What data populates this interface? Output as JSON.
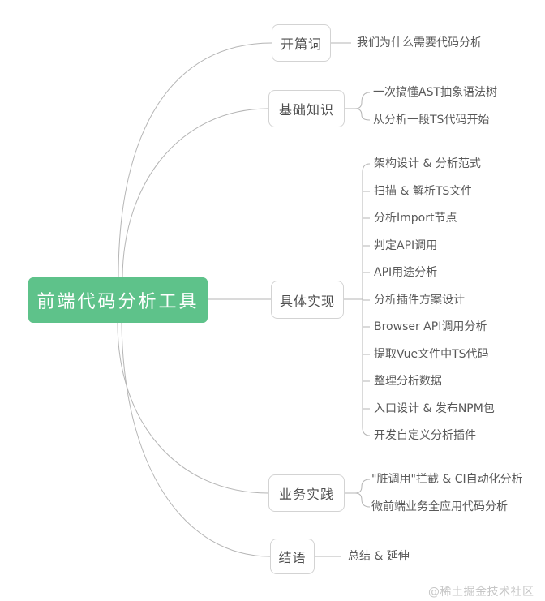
{
  "root": {
    "label": "前端代码分析工具"
  },
  "branches": [
    {
      "label": "开篇词",
      "leaves": [
        "我们为什么需要代码分析"
      ]
    },
    {
      "label": "基础知识",
      "leaves": [
        "一次搞懂AST抽象语法树",
        "从分析一段TS代码开始"
      ]
    },
    {
      "label": "具体实现",
      "leaves": [
        "架构设计 & 分析范式",
        "扫描 & 解析TS文件",
        "分析Import节点",
        "判定API调用",
        "API用途分析",
        "分析插件方案设计",
        "Browser API调用分析",
        "提取Vue文件中TS代码",
        "整理分析数据",
        "入口设计 & 发布NPM包",
        "开发自定义分析插件"
      ]
    },
    {
      "label": "业务实践",
      "leaves": [
        "\"脏调用\"拦截 & CI自动化分析",
        "微前端业务全应用代码分析"
      ]
    },
    {
      "label": "结语",
      "leaves": [
        "总结 & 延伸"
      ]
    }
  ],
  "watermark": "@稀土掘金技术社区",
  "colors": {
    "background": "#ffffff",
    "root_bg": "#5ec28a",
    "root_text": "#ffffff",
    "node_border": "#d3d3d3",
    "node_text": "#4d4d4d",
    "leaf_text": "#595959",
    "line": "#b5b5b5",
    "watermark": "#c6c6c6"
  }
}
